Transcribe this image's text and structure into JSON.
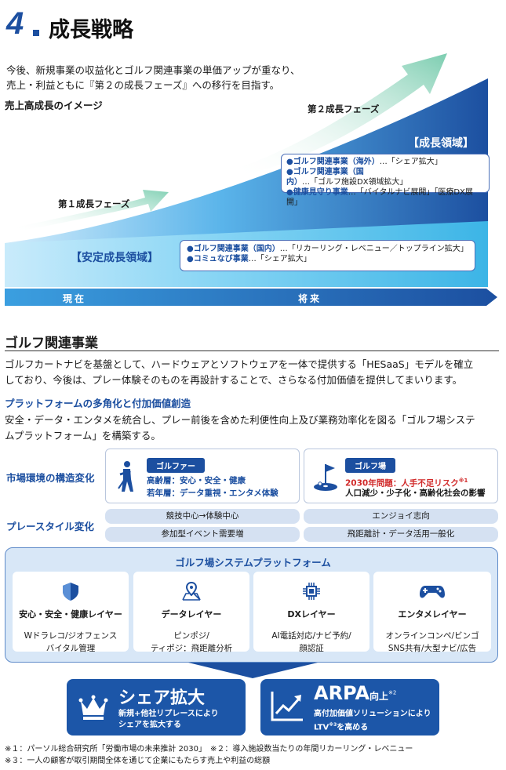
{
  "header": {
    "number": "4",
    "title": "成長戦略"
  },
  "intro": {
    "line1": "今後、新規事業の収益化とゴルフ関連事業の単価アップが重なり、",
    "line2": "売上・利益ともに『第２の成長フェーズ』への移行を目指す。"
  },
  "growth_image_label": "売上高成長のイメージ",
  "chart": {
    "phase1": "第１成長フェーズ",
    "phase2": "第２成長フェーズ",
    "growth_zone": {
      "title": "【成長領域】",
      "lines": [
        {
          "key": "●ゴルフ関連事業（海外）",
          "value": "…「シェア拡大」"
        },
        {
          "key": "●ゴルフ関連事業（国内）",
          "value": "…「ゴルフ施設DX領域拡大」"
        },
        {
          "key": "●健康見守り事業",
          "value": "…「バイタルナビ展開」「医療DX展開」"
        }
      ]
    },
    "stable_zone": {
      "title": "【安定成長領域】",
      "lines": [
        {
          "key": "●ゴルフ関連事業（国内）",
          "value": "…「リカーリング・レベニュー／トップライン拡大」"
        },
        {
          "key": "●コミュなび事業",
          "value": "…「シェア拡大」"
        }
      ]
    },
    "timeline": {
      "now": "現在",
      "future": "将来"
    },
    "colors": {
      "primary": "#1c4fa0",
      "light": "#d8e7f7",
      "arrow": "#8fd4ba"
    }
  },
  "golf": {
    "title": "ゴルフ関連事業",
    "desc_line1": "ゴルフカートナビを基盤として、ハードウェアとソフトウェアを一体で提供する「HESaaS」モデルを確立",
    "desc_line2": "しており、今後は、プレー体験そのものを再設計することで、さらなる付加価値を提供してまいります。",
    "subheading": "プラットフォームの多角化と付加価値創造",
    "plat_line1": "安全・データ・エンタメを統合し、プレー前後を含めた利便性向上及び業務効率化を図る「ゴルフ場システ",
    "plat_line2": "ムプラットフォーム」を構築する。"
  },
  "market": {
    "row_label": "市場環境の構造変化",
    "golfer": {
      "tag": "ゴルファー",
      "icon": "golfer-icon",
      "line1": "高齢層：安心・安全・健康",
      "line2": "若年層：データ重視・エンタメ体験"
    },
    "course": {
      "tag": "ゴルフ場",
      "icon": "golf-flag-icon",
      "line1": "2030年問題：人手不足リスク",
      "line1_sup": "※1",
      "line2": "人口減少・少子化・高齢化社会の影響"
    }
  },
  "playstyle": {
    "row_label": "プレースタイル変化",
    "pills": [
      "競技中心→体験中心",
      "エンジョイ志向",
      "参加型イベント需要増",
      "飛距離計・データ活用一般化"
    ]
  },
  "platform": {
    "title": "ゴルフ場システムプラットフォーム",
    "layers": [
      {
        "icon": "shield-icon",
        "title": "安心・安全・健康レイヤー",
        "line1": "Wドラレコ/ジオフェンス",
        "line2": "バイタル管理"
      },
      {
        "icon": "map-pin-icon",
        "title": "データレイヤー",
        "line1": "ピンポジ/",
        "line2": "ティポジ：飛距離分析"
      },
      {
        "icon": "chip-icon",
        "title": "DXレイヤー",
        "line1": "AI電話対応/ナビ予約/",
        "line2": "顔認証"
      },
      {
        "icon": "gamepad-icon",
        "title": "エンタメレイヤー",
        "line1": "オンラインコンペ/ビンゴ",
        "line2": "SNS共有/大型ナビ/広告"
      }
    ]
  },
  "results": {
    "share": {
      "icon": "crown-icon",
      "big": "シェア拡大",
      "line1": "新規+他社リプレースにより",
      "line2": "シェアを拡大する"
    },
    "arpa": {
      "icon": "growth-chart-icon",
      "big": "ARPA",
      "suffix": "向上",
      "sup": "※2",
      "line1": "高付加価値ソリューションにより",
      "line2_a": "LTV",
      "line2_sup": "※3",
      "line2_b": "を高める"
    }
  },
  "notes": {
    "line1": "※１：パーソル総合研究所「労働市場の未来推計 2030」　※２：導入施設数当たりの年間リカーリング・レベニュー",
    "line2": "※３：一人の顧客が取引期間全体を通じて企業にもたらす売上や利益の総額"
  }
}
